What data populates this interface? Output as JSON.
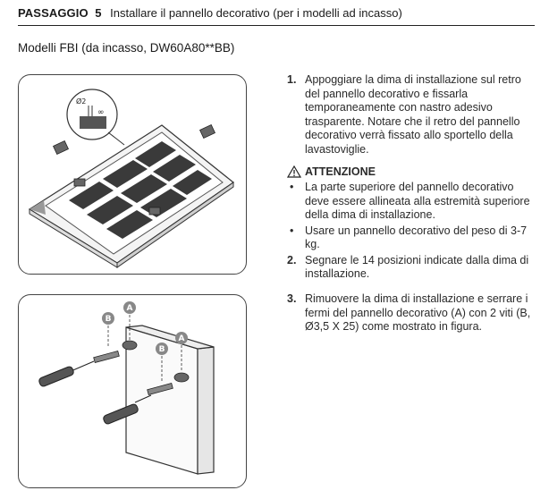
{
  "header": {
    "step_label": "PASSAGGIO",
    "step_number": "5",
    "step_title": "Installare il pannello decorativo (per i modelli ad incasso)"
  },
  "models_heading": "Modelli FBI (da incasso, DW60A80**BB)",
  "figure1": {
    "inset_label": "Ø2",
    "inset_dim": "∞"
  },
  "figure2": {
    "labels": [
      "B",
      "A",
      "B",
      "A"
    ]
  },
  "section1": {
    "step1_num": "1.",
    "step1_text": "Appoggiare la dima di installazione sul retro del pannello decorativo e fissarla temporaneamente con nastro adesivo trasparente. Notare che il retro del pannello decorativo verrà fissato allo sportello della lavastoviglie.",
    "caution_title": "ATTENZIONE",
    "bullets": [
      "La parte superiore del pannello decorativo deve essere allineata alla estremità superiore della dima di installazione.",
      "Usare un pannello decorativo del peso di 3-7 kg."
    ],
    "bullet_symbol": "•",
    "step2_num": "2.",
    "step2_text": "Segnare le 14 posizioni indicate dalla dima di installazione."
  },
  "section2": {
    "step3_num": "3.",
    "step3_text": "Rimuovere la dima di installazione e serrare i fermi del pannello decorativo (A) con 2 viti (B, Ø3,5 X 25) come mostrato in figura."
  }
}
